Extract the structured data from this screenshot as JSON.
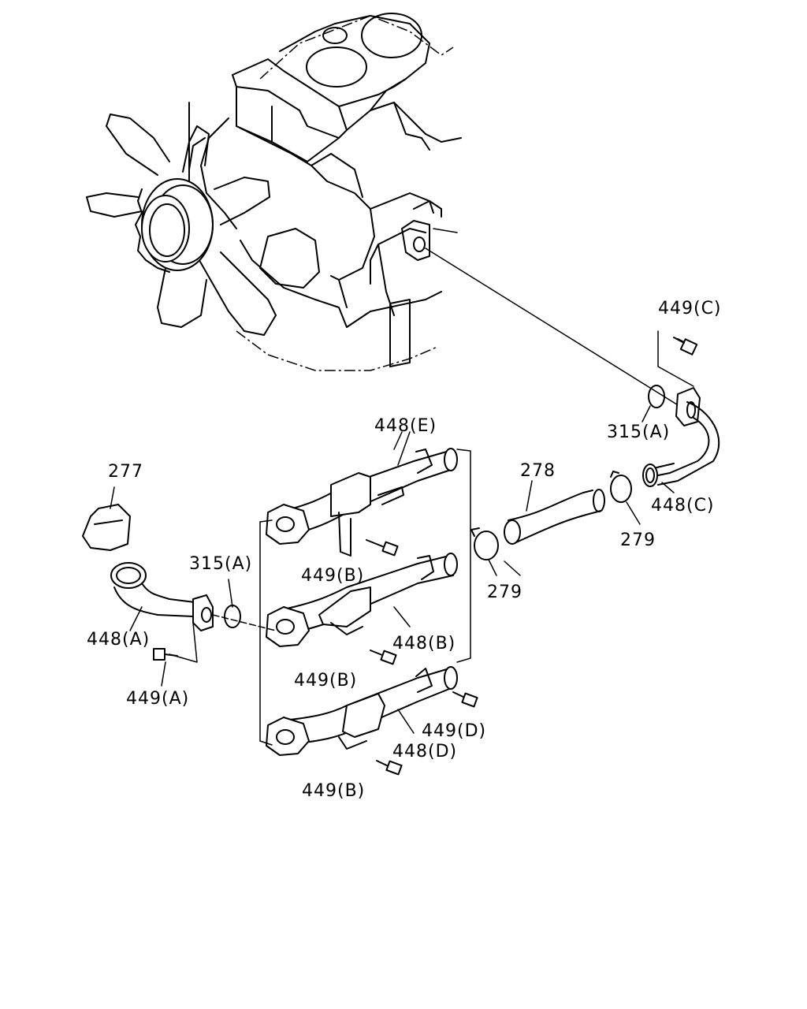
{
  "labels": {
    "p277": "277",
    "p278": "278",
    "p279_upper": "279",
    "p279_lower": "279",
    "p315a_upper": "315(A)",
    "p315a_lower": "315(A)",
    "p448a": "448(A)",
    "p448b": "448(B)",
    "p448c": "448(C)",
    "p448d": "448(D)",
    "p448e": "448(E)",
    "p449a": "449(A)",
    "p449b_1": "449(B)",
    "p449b_2": "449(B)",
    "p449b_3": "449(B)",
    "p449c": "449(C)",
    "p449d": "449(D)"
  },
  "icons": {
    "engine": "engine-block-icon",
    "fan": "cooling-fan-icon",
    "cap": "filler-cap-icon"
  }
}
